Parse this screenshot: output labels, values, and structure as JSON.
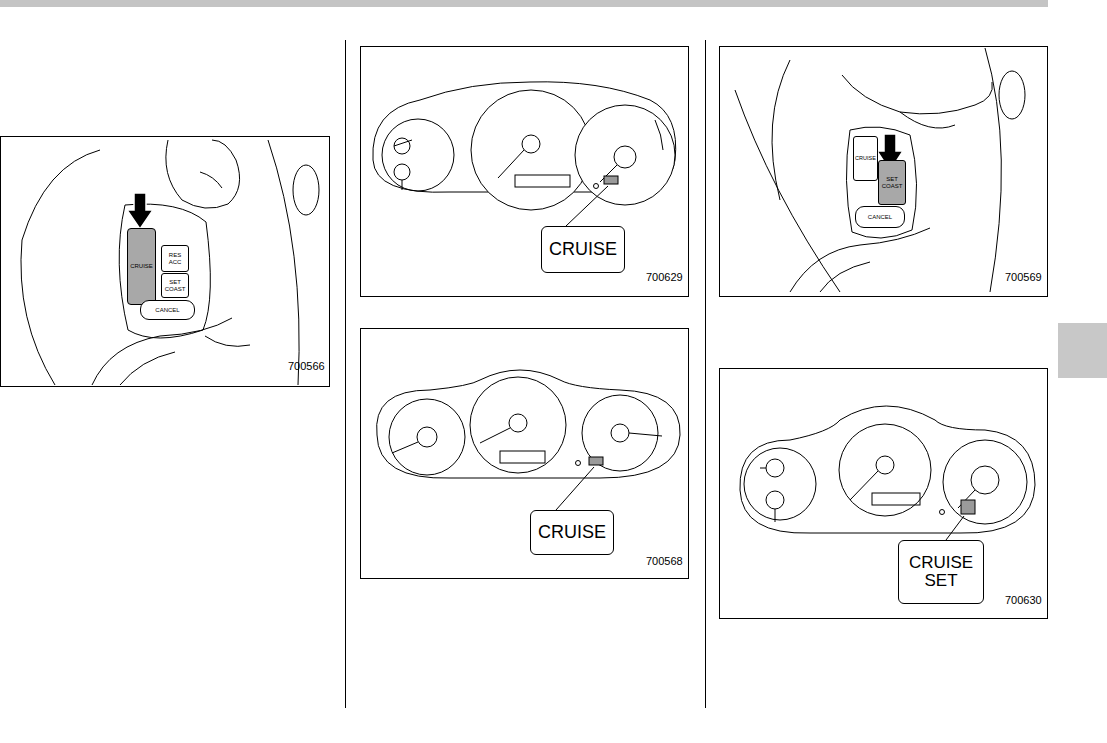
{
  "diagram": {
    "nodes": [
      {
        "text": [
          "CRUISE"
        ]
      },
      {
        "text": [
          "RES ACC"
        ]
      },
      {
        "text": [
          "SET COAST"
        ]
      },
      {
        "text": [
          "CANCEL"
        ]
      },
      {
        "text": [
          "CRUISE"
        ]
      },
      {
        "text": [
          "CRUISE"
        ]
      },
      {
        "text": [
          "CRUISE"
        ]
      },
      {
        "text": [
          "SET COAST"
        ]
      },
      {
        "text": [
          "CANCEL"
        ]
      },
      {
        "text": [
          "CRUISE SET"
        ]
      }
    ],
    "labels": [
      "700566",
      "700629",
      "700568",
      "700569",
      "700630"
    ]
  }
}
